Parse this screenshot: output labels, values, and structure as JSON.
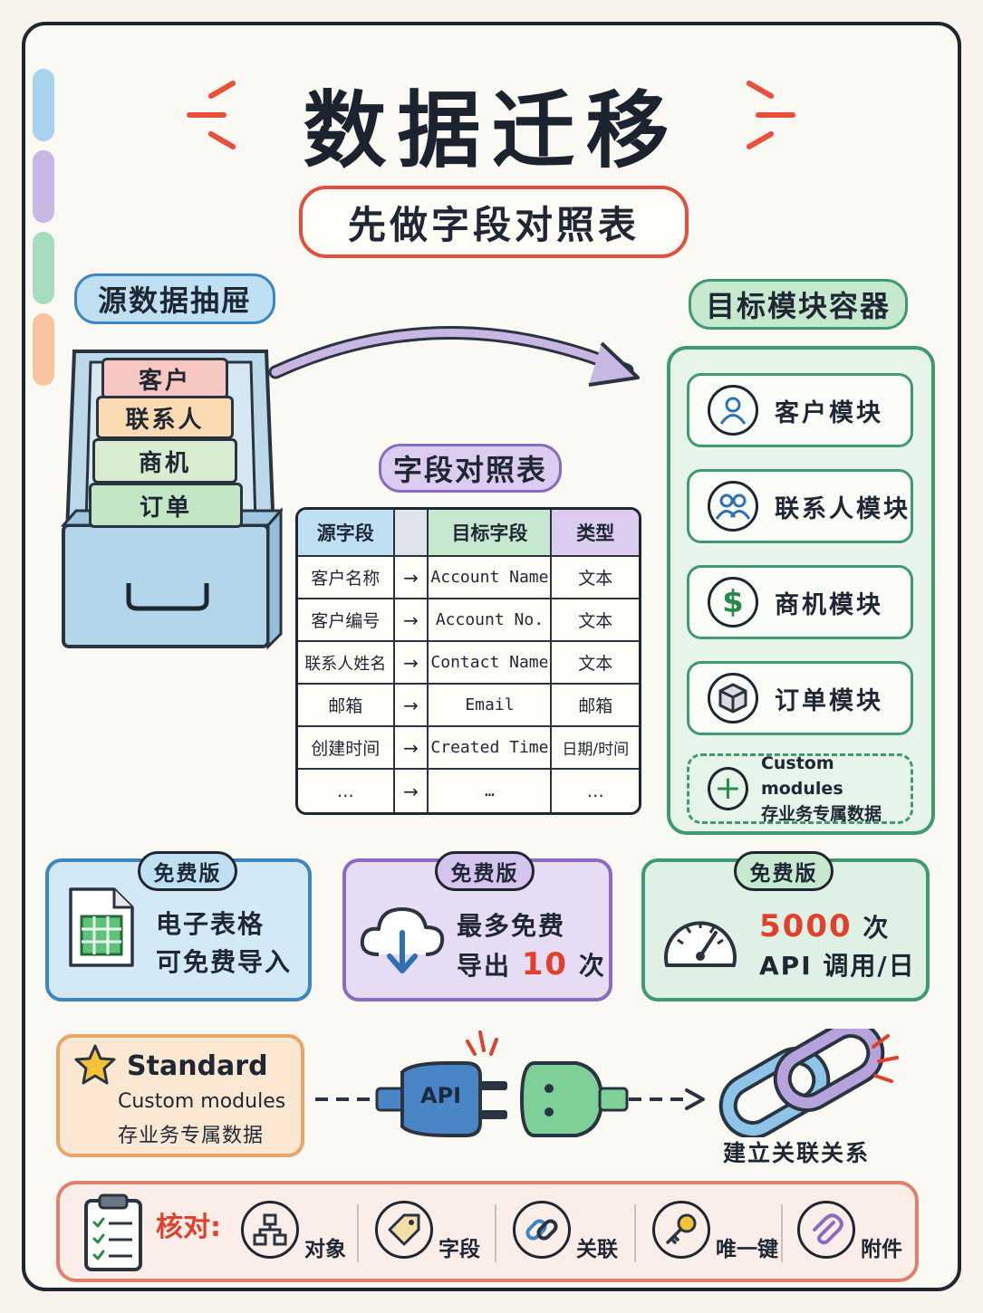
{
  "title": "数据迁移",
  "subtitle": "先做字段对照表",
  "source": {
    "label": "源数据抽屉",
    "cards": [
      "客户",
      "联系人",
      "商机",
      "订单"
    ]
  },
  "target": {
    "label": "目标模块容器",
    "modules": [
      {
        "label": "客户模块",
        "icon": "user-icon"
      },
      {
        "label": "联系人模块",
        "icon": "users-icon"
      },
      {
        "label": "商机模块",
        "icon": "dollar-icon"
      },
      {
        "label": "订单模块",
        "icon": "box-icon"
      }
    ],
    "custom": {
      "line1": "Custom modules",
      "line2": "存业务专属数据",
      "icon": "plus-icon"
    }
  },
  "mapping": {
    "label": "字段对照表",
    "headers": [
      "源字段",
      "",
      "目标字段",
      "类型"
    ],
    "rows": [
      [
        "客户名称",
        "→",
        "Account Name",
        "文本"
      ],
      [
        "客户编号",
        "→",
        "Account No.",
        "文本"
      ],
      [
        "联系人姓名",
        "→",
        "Contact Name",
        "文本"
      ],
      [
        "邮箱",
        "→",
        "Email",
        "邮箱"
      ],
      [
        "创建时间",
        "→",
        "Created Time",
        "日期/时间"
      ],
      [
        "…",
        "→",
        "…",
        "…"
      ]
    ]
  },
  "plans": [
    {
      "badge": "免费版",
      "line1": "电子表格",
      "line2": "可免费导入",
      "icon": "spreadsheet-icon"
    },
    {
      "badge": "免费版",
      "line1": "最多免费",
      "line2_pre": "导出 ",
      "line2_num": "10",
      "line2_post": " 次",
      "icon": "cloud-download-icon"
    },
    {
      "badge": "免费版",
      "line1_num": "5000",
      "line1_post": " 次",
      "line2": "API 调用/日",
      "icon": "gauge-icon"
    }
  ],
  "standard": {
    "title": "Standard",
    "line1": "Custom modules",
    "line2": "存业务专属数据",
    "icon": "star-icon"
  },
  "api": {
    "plug_label": "API",
    "link_label": "建立关联关系"
  },
  "checklist": {
    "label": "核对:",
    "items": [
      {
        "label": "对象",
        "icon": "hierarchy-icon"
      },
      {
        "label": "字段",
        "icon": "tag-icon"
      },
      {
        "label": "关联",
        "icon": "link-icon"
      },
      {
        "label": "唯一键",
        "icon": "key-icon"
      },
      {
        "label": "附件",
        "icon": "paperclip-icon"
      }
    ]
  },
  "colors": {
    "accent_red": "#e0402c",
    "blue": "#a9d3ec",
    "purple": "#c9b8e6",
    "green": "#a8dcc0",
    "orange": "#f6c59f"
  }
}
